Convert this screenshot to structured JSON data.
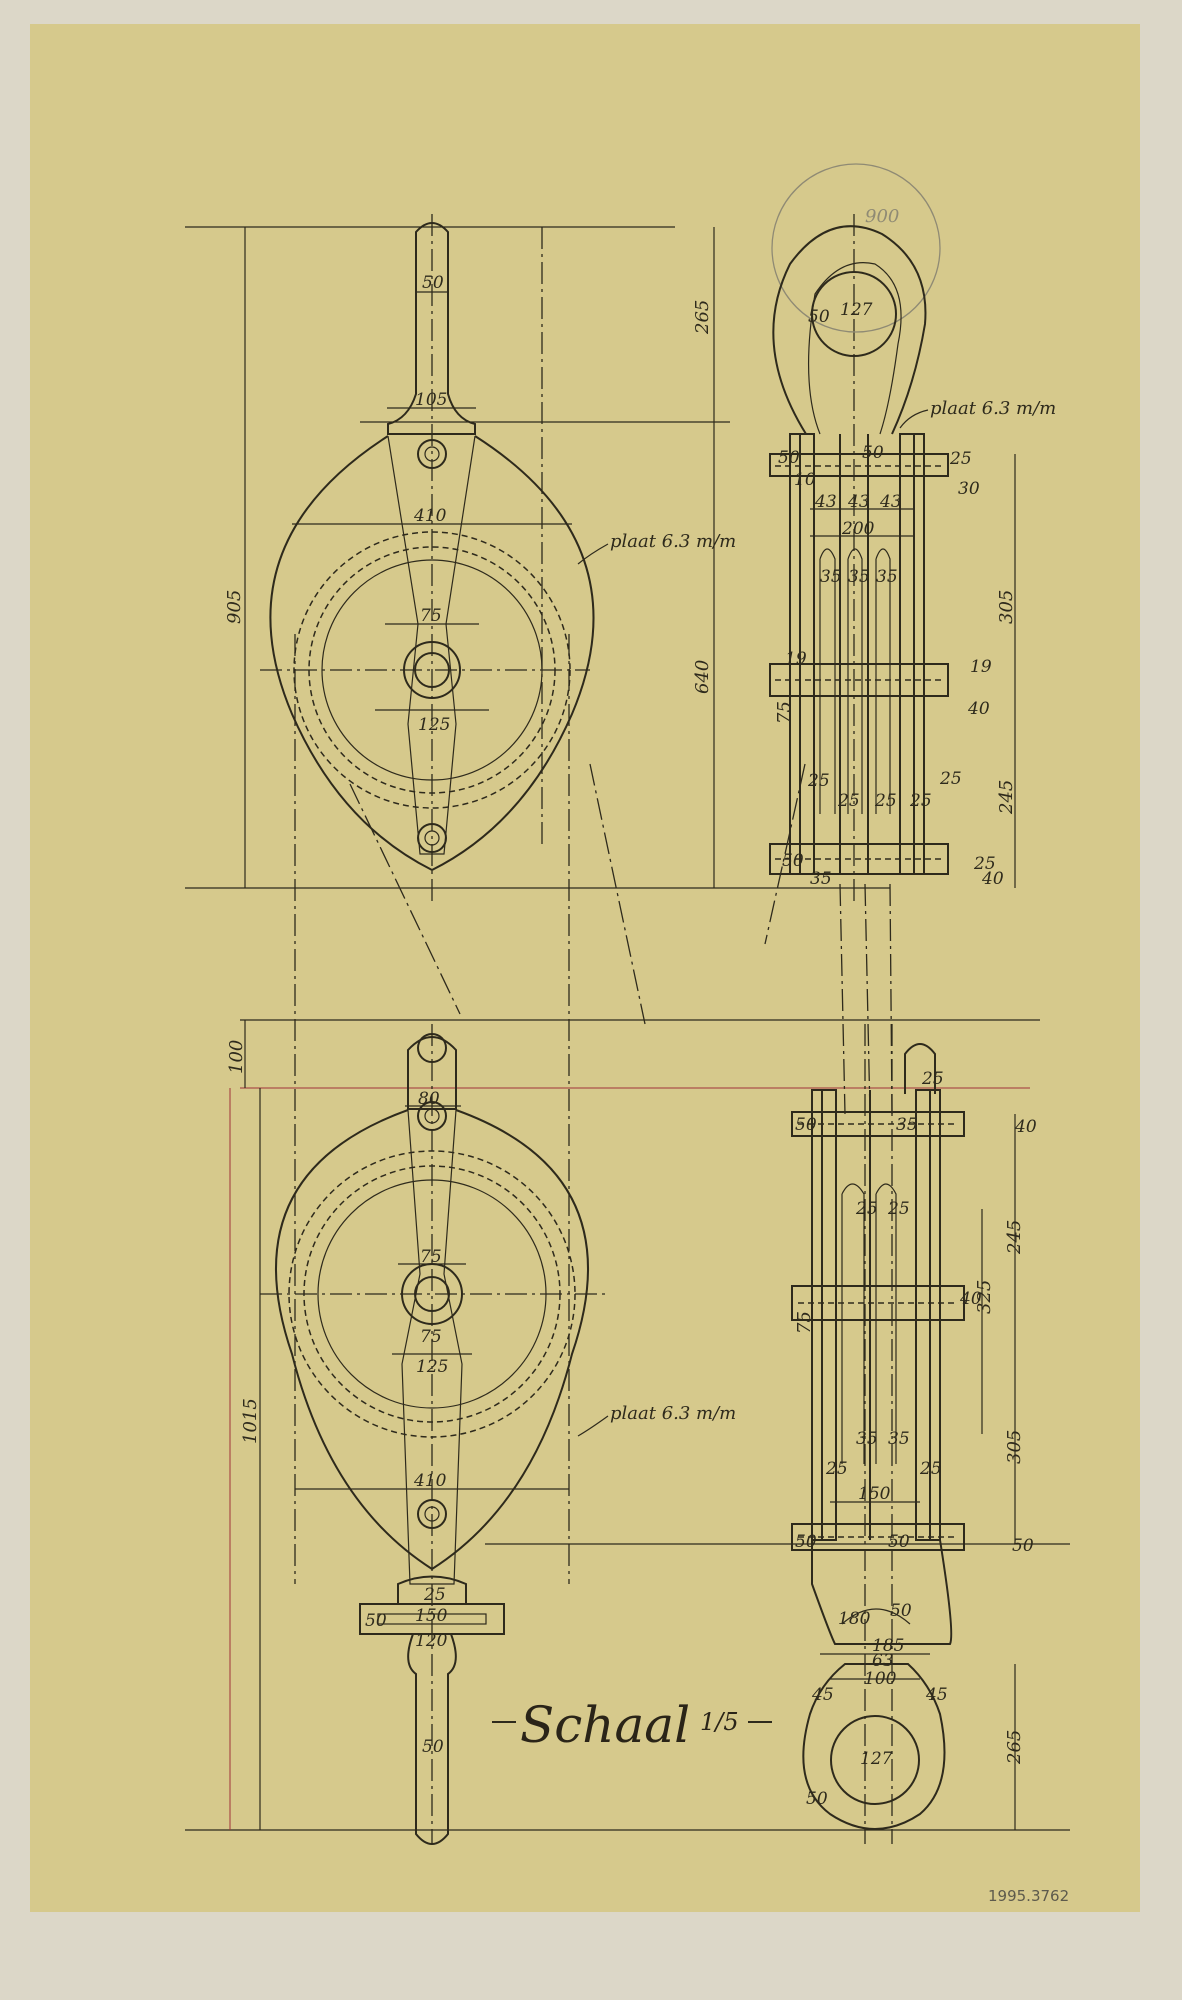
{
  "drawing": {
    "scale_label": "Schaal",
    "scale_ratio": "1/5",
    "accession_number": "1995.3762",
    "pencil_note": "900"
  },
  "upper_block_front": {
    "dims": {
      "eye": "50",
      "neck": "105",
      "width": "410",
      "hub": "75",
      "boss": "125",
      "height": "905"
    },
    "note": "plaat 6.3 m/m"
  },
  "upper_block_side": {
    "dims": {
      "eye": "127",
      "eye_wall": "50",
      "head": "265",
      "body": "640",
      "plate_top_left": "50",
      "plate_top_right": "50",
      "bolt": "25",
      "nut": "10",
      "spacing_a": "43",
      "spacing_b": "43",
      "spacing_c": "43",
      "gap": "30",
      "width": "200",
      "sheave_a": "35",
      "sheave_b": "35",
      "sheave_c": "35",
      "upper_span": "305",
      "lower_span": "245",
      "pin_side_l": "19",
      "pin_height": "75",
      "pin_side_r": "19",
      "pin_head": "40",
      "gap_a": "25",
      "gap_b": "25",
      "gap_c": "25",
      "gap_d": "25",
      "gap_e": "25",
      "bottom_a": "50",
      "bottom_b": "35",
      "bottom_c": "40",
      "bottom_d": "25"
    },
    "note": "plaat 6.3 m/m"
  },
  "lower_block_front": {
    "dims": {
      "eye_top": "100",
      "neck": "80",
      "hub": "75",
      "pin": "75",
      "boss": "125",
      "height": "1015",
      "width": "410",
      "shackle_a": "25",
      "shackle_b": "150",
      "shackle_c": "120",
      "shackle_side": "50",
      "stem": "50"
    },
    "note": "plaat 6.3 m/m"
  },
  "lower_block_side": {
    "dims": {
      "top": "25",
      "plate_a": "50",
      "plate_b": "35",
      "plate_c": "40",
      "sheave_a": "25",
      "sheave_b": "25",
      "upper_span": "245",
      "mid_span": "325",
      "pin_height": "75",
      "pin_head": "40",
      "lower_span": "305",
      "sheave_c": "35",
      "sheave_d": "35",
      "gap_a": "25",
      "gap_b": "25",
      "width": "150",
      "bot_a": "50",
      "bot_b": "50",
      "bot_c": "50",
      "crown": "180",
      "crown_b": "50",
      "base_a": "185",
      "base_b": "63",
      "neck": "100",
      "angle_l": "45",
      "angle_r": "45",
      "eye": "127",
      "eye_wall": "50",
      "head": "265"
    }
  }
}
